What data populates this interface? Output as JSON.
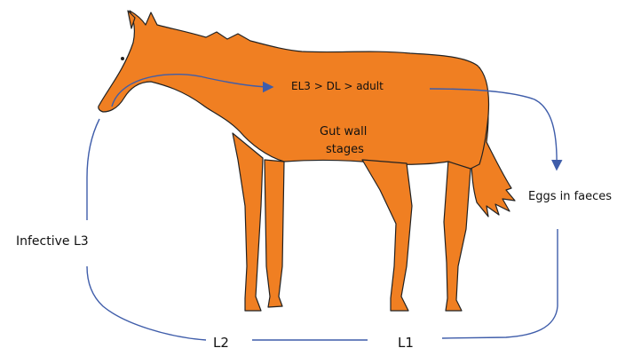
{
  "colors": {
    "horse": "#F07F22",
    "outline": "#222222",
    "arrow": "#3F5DAA",
    "text": "#111111"
  },
  "diagram": {
    "inside_stage": "EL3 > DL > adult",
    "gut_wall_line1": "Gut wall",
    "gut_wall_line2": "stages",
    "eggs": "Eggs in faeces",
    "infective": "Infective L3",
    "l2": "L2",
    "l1": "L1"
  },
  "icons": {
    "animal": "horse-silhouette"
  }
}
